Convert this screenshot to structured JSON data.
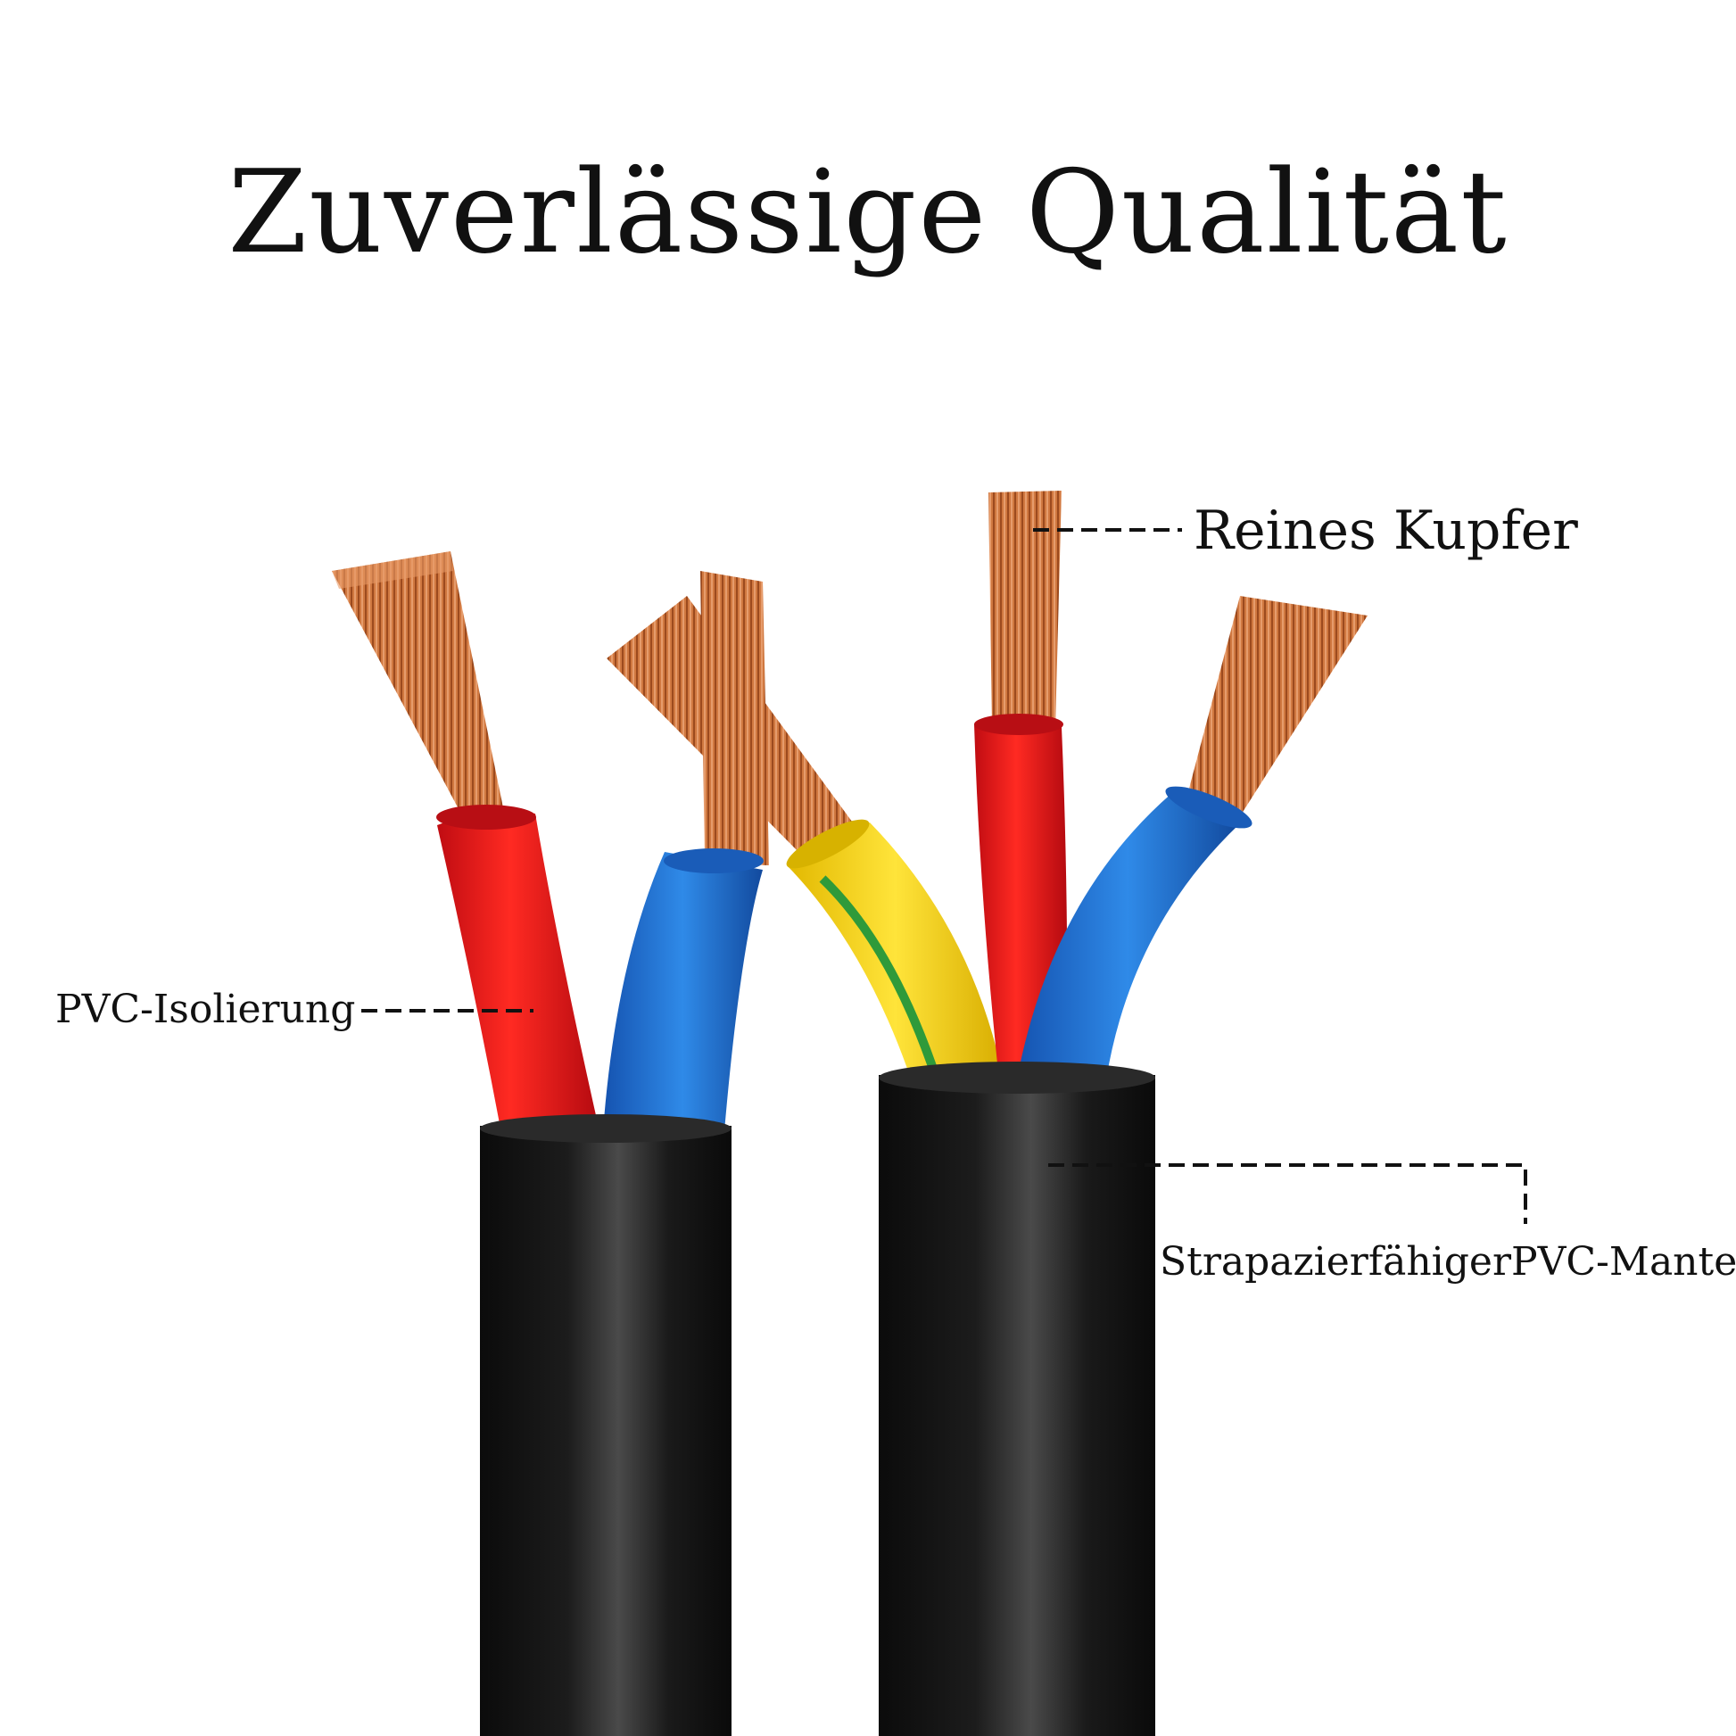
{
  "title": "Zuverlässige Qualität",
  "labels": {
    "copper": "Reines Kupfer",
    "insulation": "PVC-Isolierung",
    "jacket": "StrapazierfähigerPVC-Mantel"
  },
  "colors": {
    "copper": "#c8642a",
    "red": "#e0141c",
    "blue": "#1e6fd0",
    "yellow": "#f2d21a",
    "green": "#2f9a3a",
    "jacket": "#141414"
  }
}
